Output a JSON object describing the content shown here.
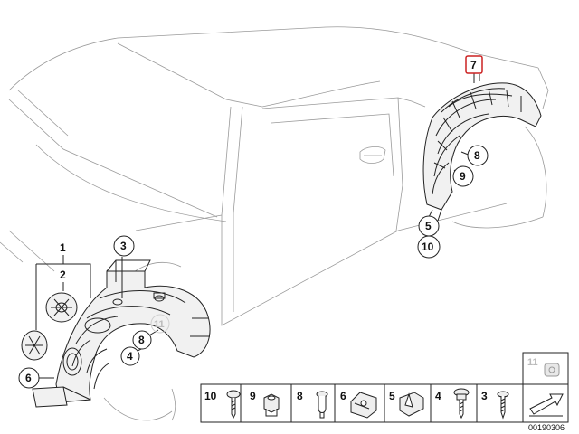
{
  "diagram": {
    "callouts": {
      "c1": "1",
      "c2": "2",
      "c3": "3",
      "c4": "4",
      "c5": "5",
      "c6": "6",
      "c7": "7",
      "c8_front": "8",
      "c8_rear": "8",
      "c9": "9",
      "c10": "10",
      "c11_ghost": "11"
    },
    "legend": {
      "items": [
        {
          "num": "10",
          "icon": "screw-icon"
        },
        {
          "num": "9",
          "icon": "hex-nut-icon"
        },
        {
          "num": "8",
          "icon": "expanding-rivet-icon"
        },
        {
          "num": "6",
          "icon": "spring-nut-icon"
        },
        {
          "num": "5",
          "icon": "clip-nut-icon"
        },
        {
          "num": "4",
          "icon": "collar-screw-icon"
        },
        {
          "num": "3",
          "icon": "self-tapping-screw-icon"
        }
      ],
      "ghost_item": "11",
      "arrow_icon": "direction-arrow-icon"
    },
    "doc_number": "00190306",
    "highlight_color": "#cc2222"
  }
}
